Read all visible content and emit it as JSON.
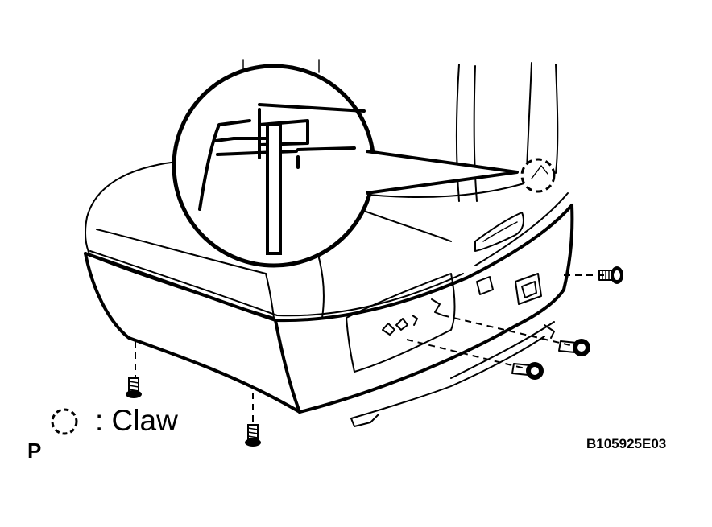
{
  "legend": {
    "text": ": Claw",
    "symbol": "dashed-circle-icon"
  },
  "view_label": "P",
  "figure_code": "B105925E03",
  "colors": {
    "line": "#000000",
    "background": "#ffffff"
  }
}
